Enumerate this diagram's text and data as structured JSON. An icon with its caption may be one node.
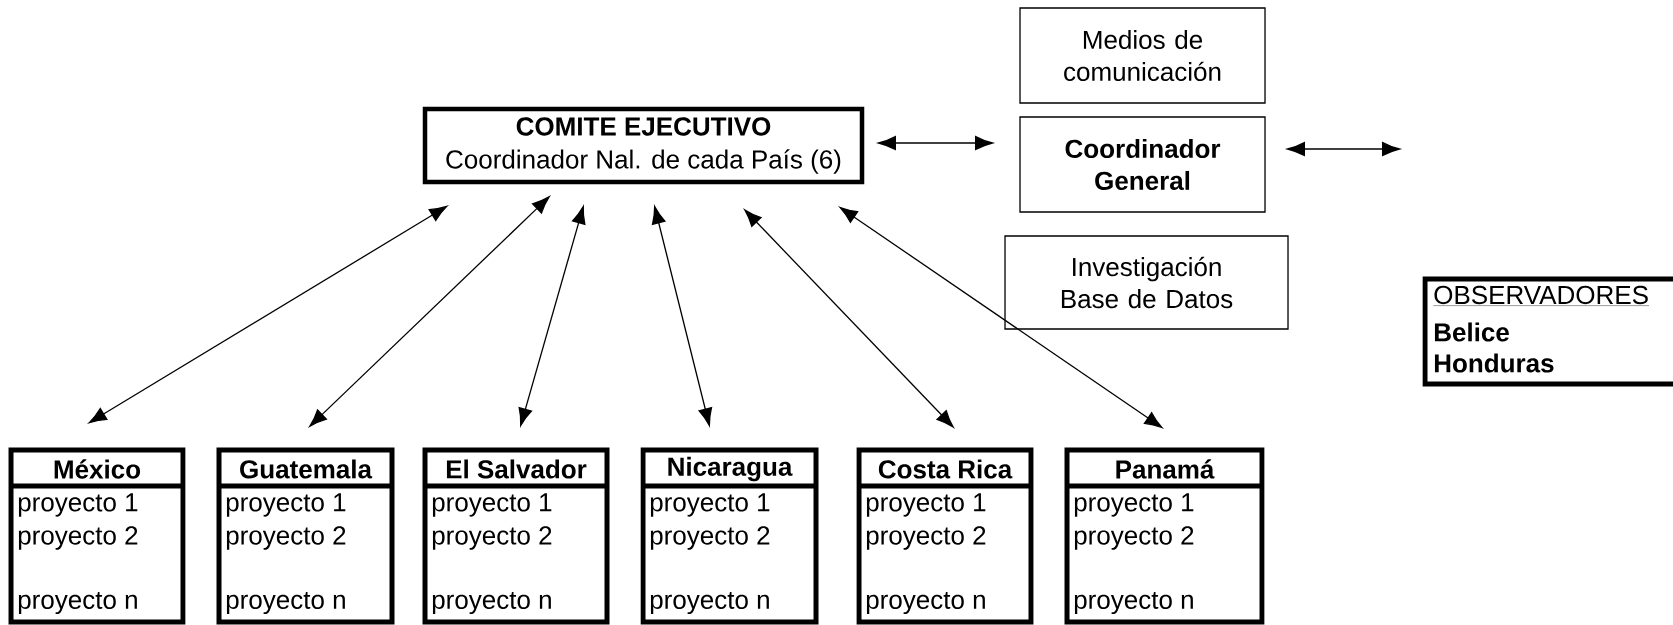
{
  "diagram": {
    "nodes": [
      {
        "text": [
          "COMITE EJECUTIVO",
          "Coordinador Nal. de cada País (6)"
        ]
      },
      {
        "text": [
          "Medios de comunicación"
        ]
      },
      {
        "text": [
          "Coordinador General"
        ]
      },
      {
        "text": [
          "Investigación Base de Datos"
        ]
      },
      {
        "text": [
          "OBSERVADORES",
          "Belice",
          "Honduras"
        ]
      },
      {
        "text": [
          "México",
          "proyecto 1",
          "proyecto 2",
          "proyecto n"
        ]
      },
      {
        "text": [
          "Guatemala",
          "proyecto 1",
          "proyecto 2",
          "proyecto n"
        ]
      },
      {
        "text": [
          "El  Salvador",
          "proyecto 1",
          "proyecto 2",
          "proyecto n"
        ]
      },
      {
        "text": [
          "Nicaragua",
          "proyecto 1",
          "proyecto 2",
          "proyecto n"
        ]
      },
      {
        "text": [
          "Costa Rica",
          "proyecto 1",
          "proyecto 2",
          "proyecto n"
        ]
      },
      {
        "text": [
          "Panamá",
          "proyecto 1",
          "proyecto 2",
          "proyecto n"
        ]
      }
    ],
    "edges": [
      {
        "from": 0,
        "to": 2,
        "arrow": "both"
      },
      {
        "from": 2,
        "to": null,
        "arrow": "both"
      },
      {
        "from": 0,
        "to": 5,
        "arrow": "both"
      },
      {
        "from": 0,
        "to": 6,
        "arrow": "both"
      },
      {
        "from": 0,
        "to": 7,
        "arrow": "both"
      },
      {
        "from": 0,
        "to": 8,
        "arrow": "both"
      },
      {
        "from": 0,
        "to": 9,
        "arrow": "both"
      },
      {
        "from": 0,
        "to": 10,
        "arrow": "both"
      }
    ]
  }
}
